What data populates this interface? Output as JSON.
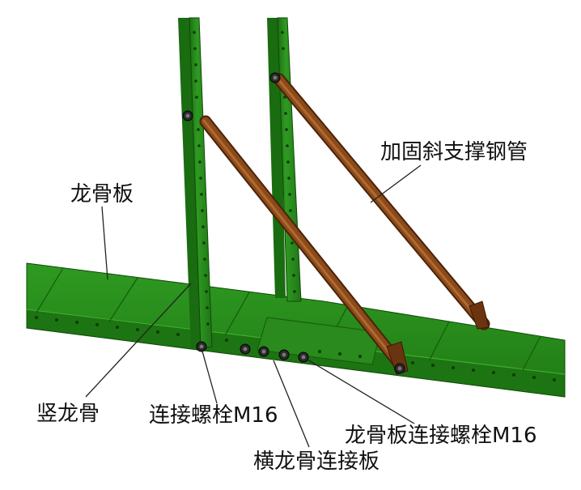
{
  "labels": {
    "brace_pipe": "加固斜支撑钢管",
    "keel_plate": "龙骨板",
    "vertical_keel": "竖龙骨",
    "connect_bolt": "连接螺栓M16",
    "keel_plate_bolt": "龙骨板连接螺栓M16",
    "cross_keel_plate": "横龙骨连接板"
  },
  "colors": {
    "steel_green_light": "#2f9a22",
    "steel_green": "#247d18",
    "steel_green_dark": "#175e0e",
    "brace_brown": "#8b4a1a",
    "brace_brown_dark": "#5c2c0b",
    "bolt_dark": "#1b1b1b"
  }
}
